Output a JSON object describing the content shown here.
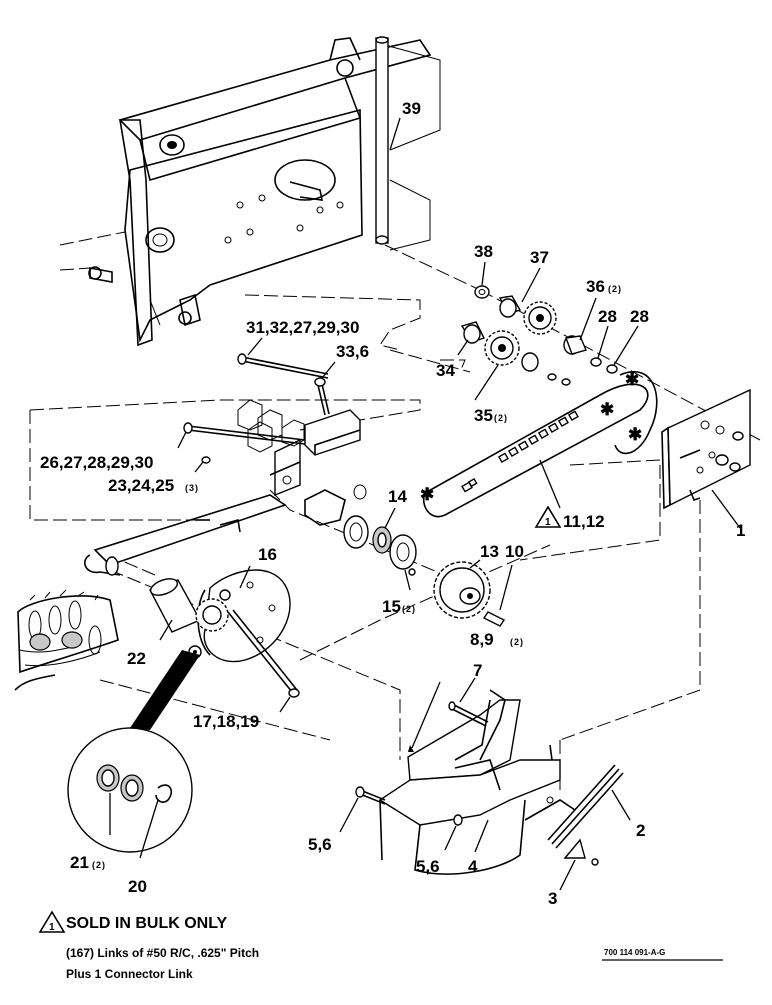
{
  "callouts": {
    "c39": "39",
    "c38": "38",
    "c37": "37",
    "c36": "36",
    "c36q": "(2)",
    "c28a": "28",
    "c28b": "28",
    "c31": "31,32,27,29,30",
    "c33": "33,6",
    "c34": "34",
    "c35": "35",
    "c35q": "(2)",
    "c26": "26,27,28,29,30",
    "c23": "23,24,25",
    "c23q": "(3)",
    "c14": "14",
    "c11": "11,12",
    "c1": "1",
    "c16": "16",
    "c13": "13",
    "c10": "10",
    "c15": "15",
    "c15q": "(2)",
    "c22": "22",
    "c8": "8,9",
    "c8q": "(2)",
    "c7": "7",
    "c17": "17,18,19",
    "c5a": "5,6",
    "c5b": "5,6",
    "c4": "4",
    "c2": "2",
    "c3": "3",
    "c21": "21",
    "c21q": "(2)",
    "c20": "20"
  },
  "note_marker": "1",
  "footnote": {
    "title": "SOLD IN BULK ONLY",
    "line1": "(167) Links of #50 R/C, .625\" Pitch",
    "line2": "Plus 1 Connector Link"
  },
  "part_number": "700 114 091-A-G"
}
